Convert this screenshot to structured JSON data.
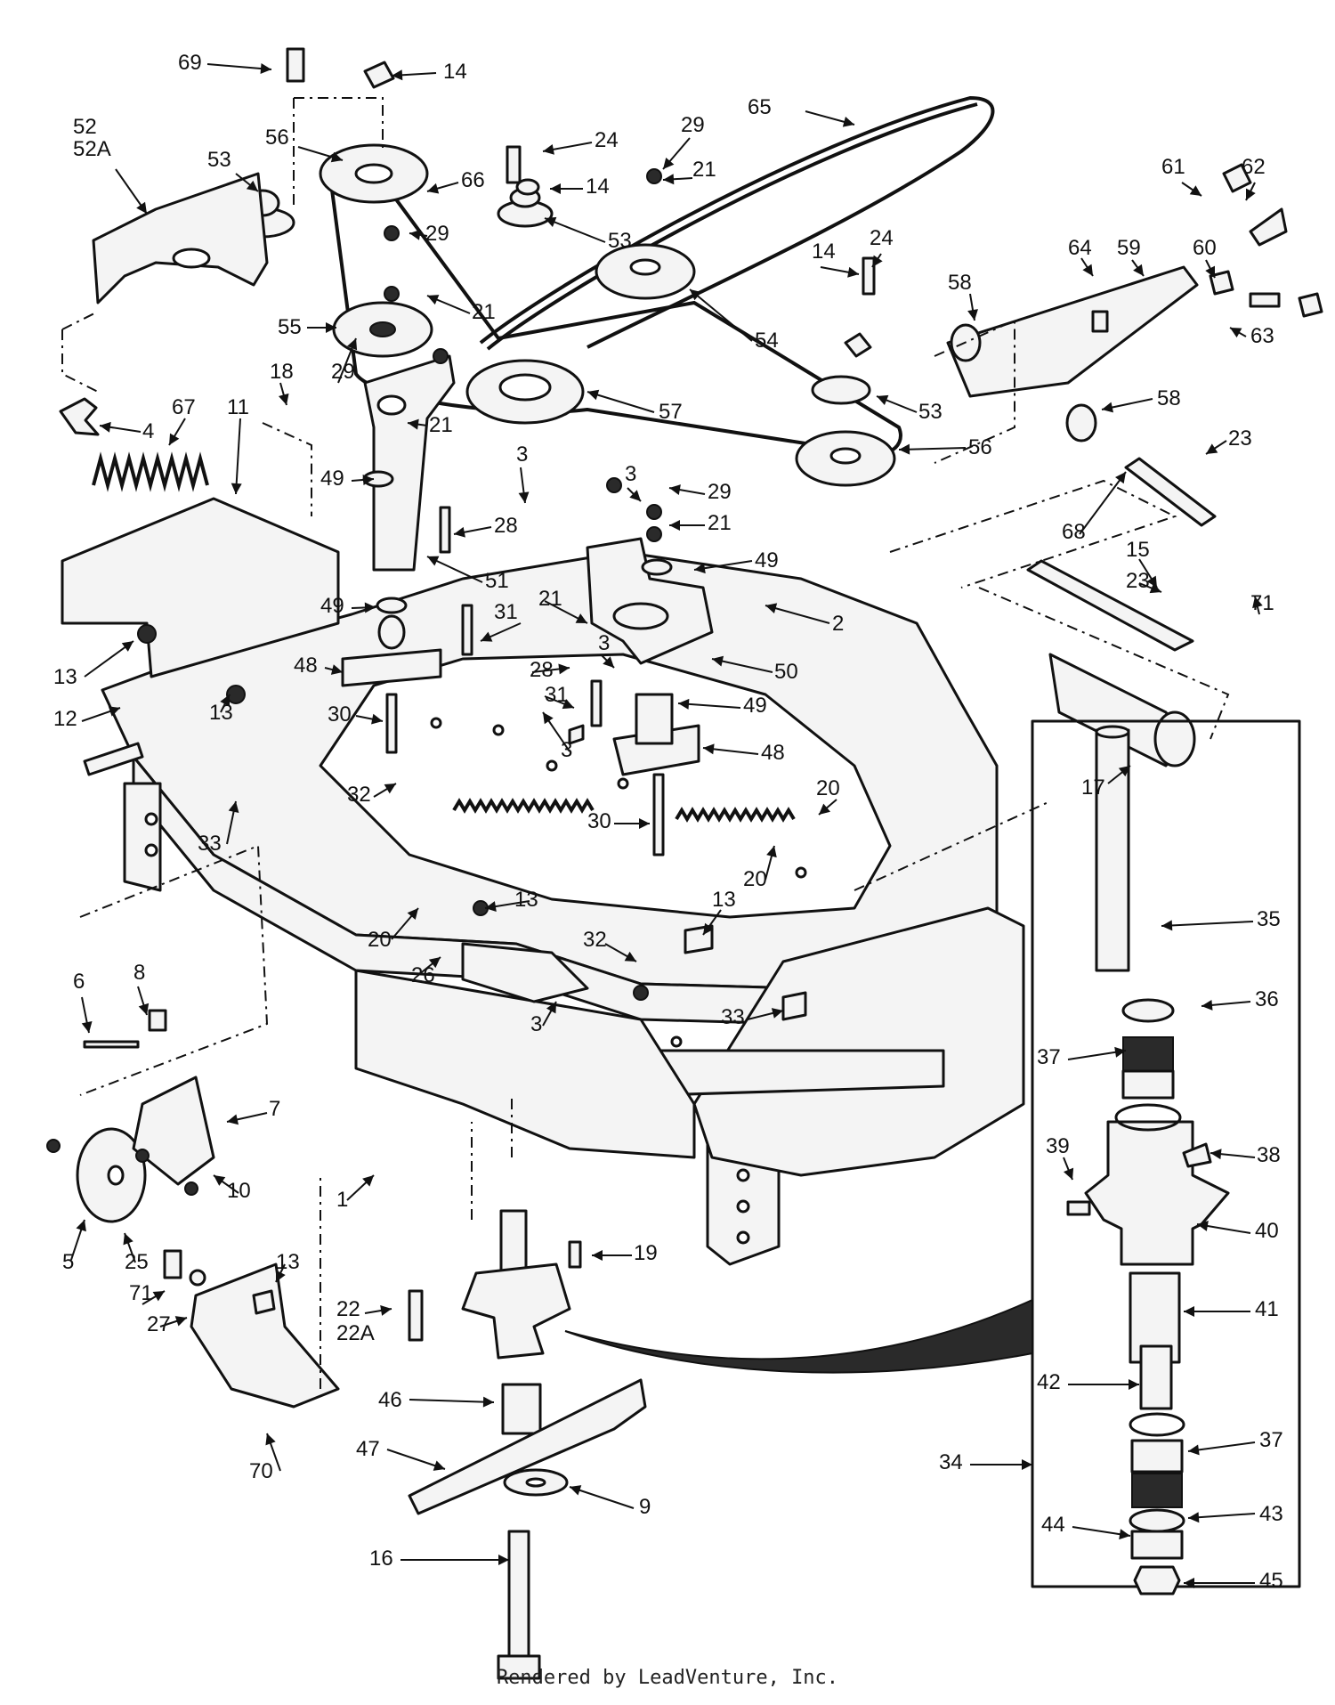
{
  "footer": "Rendered by LeadVenture, Inc.",
  "callouts": [
    {
      "id": "c69",
      "text": "69"
    },
    {
      "id": "c14a",
      "text": "14"
    },
    {
      "id": "c52",
      "text": "52"
    },
    {
      "id": "c52a",
      "text": "52A"
    },
    {
      "id": "c56a",
      "text": "56"
    },
    {
      "id": "c53a",
      "text": "53"
    },
    {
      "id": "c66",
      "text": "66"
    },
    {
      "id": "c24a",
      "text": "24"
    },
    {
      "id": "c14b",
      "text": "14"
    },
    {
      "id": "c29a",
      "text": "29"
    },
    {
      "id": "c21a",
      "text": "21"
    },
    {
      "id": "c53b",
      "text": "53"
    },
    {
      "id": "c65",
      "text": "65"
    },
    {
      "id": "c61",
      "text": "61"
    },
    {
      "id": "c62",
      "text": "62"
    },
    {
      "id": "c29b",
      "text": "29"
    },
    {
      "id": "c21b",
      "text": "21"
    },
    {
      "id": "c55",
      "text": "55"
    },
    {
      "id": "c54",
      "text": "54"
    },
    {
      "id": "c24b",
      "text": "24"
    },
    {
      "id": "c14c",
      "text": "14"
    },
    {
      "id": "c64",
      "text": "64"
    },
    {
      "id": "c59",
      "text": "59"
    },
    {
      "id": "c60",
      "text": "60"
    },
    {
      "id": "c58a",
      "text": "58"
    },
    {
      "id": "c63",
      "text": "63"
    },
    {
      "id": "c4",
      "text": "4"
    },
    {
      "id": "c67",
      "text": "67"
    },
    {
      "id": "c11",
      "text": "11"
    },
    {
      "id": "c18",
      "text": "18"
    },
    {
      "id": "c29c",
      "text": "29"
    },
    {
      "id": "c21c",
      "text": "21"
    },
    {
      "id": "c57",
      "text": "57"
    },
    {
      "id": "c53c",
      "text": "53"
    },
    {
      "id": "c58b",
      "text": "58"
    },
    {
      "id": "c3a",
      "text": "3"
    },
    {
      "id": "c49a",
      "text": "49"
    },
    {
      "id": "c56b",
      "text": "56"
    },
    {
      "id": "c23a",
      "text": "23"
    },
    {
      "id": "c28a",
      "text": "28"
    },
    {
      "id": "c3b",
      "text": "3"
    },
    {
      "id": "c29d",
      "text": "29"
    },
    {
      "id": "c21d",
      "text": "21"
    },
    {
      "id": "c68",
      "text": "68"
    },
    {
      "id": "c51",
      "text": "51"
    },
    {
      "id": "c49b",
      "text": "49"
    },
    {
      "id": "c15",
      "text": "15"
    },
    {
      "id": "c23b",
      "text": "23"
    },
    {
      "id": "c71a",
      "text": "71"
    },
    {
      "id": "c49c",
      "text": "49"
    },
    {
      "id": "c31a",
      "text": "31"
    },
    {
      "id": "c21e",
      "text": "21"
    },
    {
      "id": "c2",
      "text": "2"
    },
    {
      "id": "c13a",
      "text": "13"
    },
    {
      "id": "c3c",
      "text": "3"
    },
    {
      "id": "c13b",
      "text": "13"
    },
    {
      "id": "c48a",
      "text": "48"
    },
    {
      "id": "c28b",
      "text": "28"
    },
    {
      "id": "c50",
      "text": "50"
    },
    {
      "id": "c12",
      "text": "12"
    },
    {
      "id": "c31b",
      "text": "31"
    },
    {
      "id": "c49d",
      "text": "49"
    },
    {
      "id": "c30a",
      "text": "30"
    },
    {
      "id": "c17",
      "text": "17"
    },
    {
      "id": "c3d",
      "text": "3"
    },
    {
      "id": "c48b",
      "text": "48"
    },
    {
      "id": "c32a",
      "text": "32"
    },
    {
      "id": "c20a",
      "text": "20"
    },
    {
      "id": "c33a",
      "text": "33"
    },
    {
      "id": "c30b",
      "text": "30"
    },
    {
      "id": "c20b",
      "text": "20"
    },
    {
      "id": "c20c",
      "text": "20"
    },
    {
      "id": "c13c",
      "text": "13"
    },
    {
      "id": "c13d",
      "text": "13"
    },
    {
      "id": "c35",
      "text": "35"
    },
    {
      "id": "c26",
      "text": "26"
    },
    {
      "id": "c32b",
      "text": "32"
    },
    {
      "id": "c6",
      "text": "6"
    },
    {
      "id": "c8",
      "text": "8"
    },
    {
      "id": "c3e",
      "text": "3"
    },
    {
      "id": "c33b",
      "text": "33"
    },
    {
      "id": "c36",
      "text": "36"
    },
    {
      "id": "c37a",
      "text": "37"
    },
    {
      "id": "c7",
      "text": "7"
    },
    {
      "id": "c38",
      "text": "38"
    },
    {
      "id": "c39",
      "text": "39"
    },
    {
      "id": "c10",
      "text": "10"
    },
    {
      "id": "c40",
      "text": "40"
    },
    {
      "id": "c1",
      "text": "1"
    },
    {
      "id": "c5",
      "text": "5"
    },
    {
      "id": "c25",
      "text": "25"
    },
    {
      "id": "c19",
      "text": "19"
    },
    {
      "id": "c13e",
      "text": "13"
    },
    {
      "id": "c71b",
      "text": "71"
    },
    {
      "id": "c27",
      "text": "27"
    },
    {
      "id": "c22",
      "text": "22"
    },
    {
      "id": "c22a",
      "text": "22A"
    },
    {
      "id": "c41",
      "text": "41"
    },
    {
      "id": "c42",
      "text": "42"
    },
    {
      "id": "c46",
      "text": "46"
    },
    {
      "id": "c47",
      "text": "47"
    },
    {
      "id": "c37b",
      "text": "37"
    },
    {
      "id": "c70",
      "text": "70"
    },
    {
      "id": "c34",
      "text": "34"
    },
    {
      "id": "c9",
      "text": "9"
    },
    {
      "id": "c43",
      "text": "43"
    },
    {
      "id": "c44",
      "text": "44"
    },
    {
      "id": "c16",
      "text": "16"
    },
    {
      "id": "c45",
      "text": "45"
    }
  ]
}
